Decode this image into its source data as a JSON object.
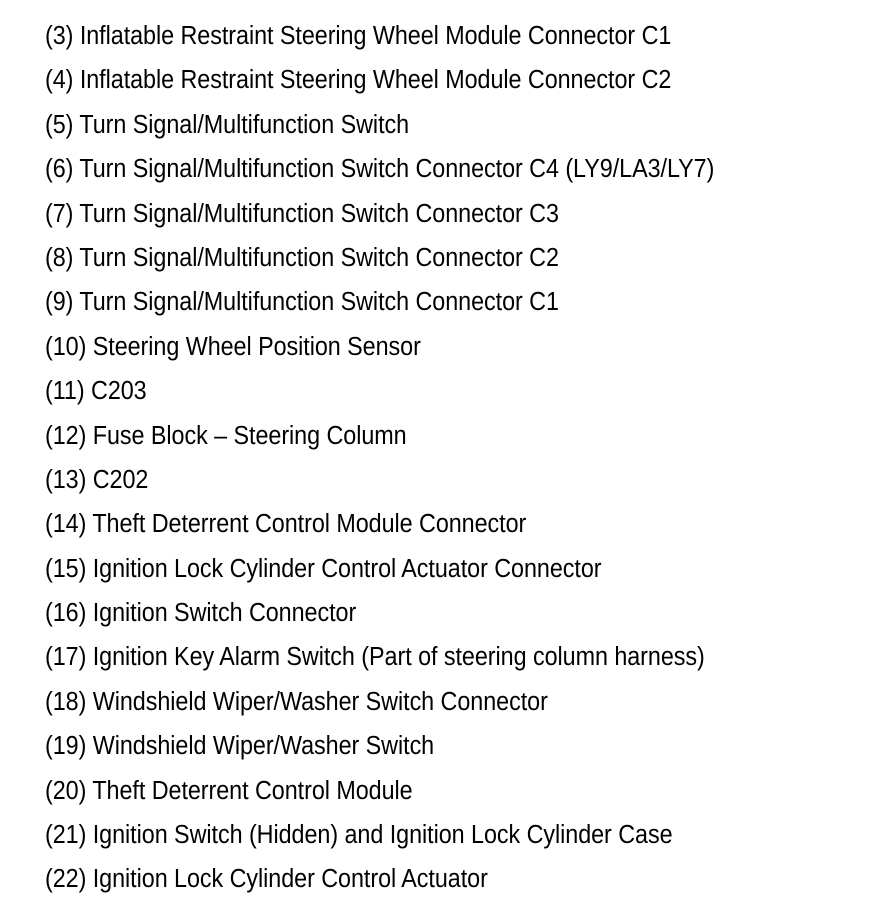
{
  "document": {
    "type": "component-legend-list",
    "background_color": "#ffffff",
    "text_color": "#000000"
  },
  "legend": {
    "items": [
      {
        "number": "(3)",
        "label": "(3) Inflatable Restraint Steering Wheel Module Connector C1"
      },
      {
        "number": "(4)",
        "label": "(4) Inflatable Restraint Steering Wheel Module Connector C2"
      },
      {
        "number": "(5)",
        "label": "(5) Turn Signal/Multifunction Switch"
      },
      {
        "number": "(6)",
        "label": "(6) Turn Signal/Multifunction Switch Connector C4 (LY9/LA3/LY7)"
      },
      {
        "number": "(7)",
        "label": "(7) Turn Signal/Multifunction Switch Connector C3"
      },
      {
        "number": "(8)",
        "label": "(8) Turn Signal/Multifunction Switch Connector C2"
      },
      {
        "number": "(9)",
        "label": "(9) Turn Signal/Multifunction Switch Connector C1"
      },
      {
        "number": "(10)",
        "label": "(10) Steering Wheel Position Sensor"
      },
      {
        "number": "(11)",
        "label": "(11) C203"
      },
      {
        "number": "(12)",
        "label": "(12) Fuse Block – Steering Column"
      },
      {
        "number": "(13)",
        "label": "(13) C202"
      },
      {
        "number": "(14)",
        "label": "(14) Theft Deterrent Control Module Connector"
      },
      {
        "number": "(15)",
        "label": "(15) Ignition Lock Cylinder Control Actuator Connector"
      },
      {
        "number": "(16)",
        "label": "(16) Ignition Switch Connector"
      },
      {
        "number": "(17)",
        "label": "(17) Ignition Key Alarm Switch (Part of steering column harness)"
      },
      {
        "number": "(18)",
        "label": "(18) Windshield Wiper/Washer Switch Connector"
      },
      {
        "number": "(19)",
        "label": "(19) Windshield Wiper/Washer Switch"
      },
      {
        "number": "(20)",
        "label": "(20) Theft Deterrent Control Module"
      },
      {
        "number": "(21)",
        "label": "(21) Ignition Switch (Hidden) and Ignition Lock Cylinder Case"
      },
      {
        "number": "(22)",
        "label": "(22) Ignition Lock Cylinder Control Actuator"
      }
    ]
  }
}
